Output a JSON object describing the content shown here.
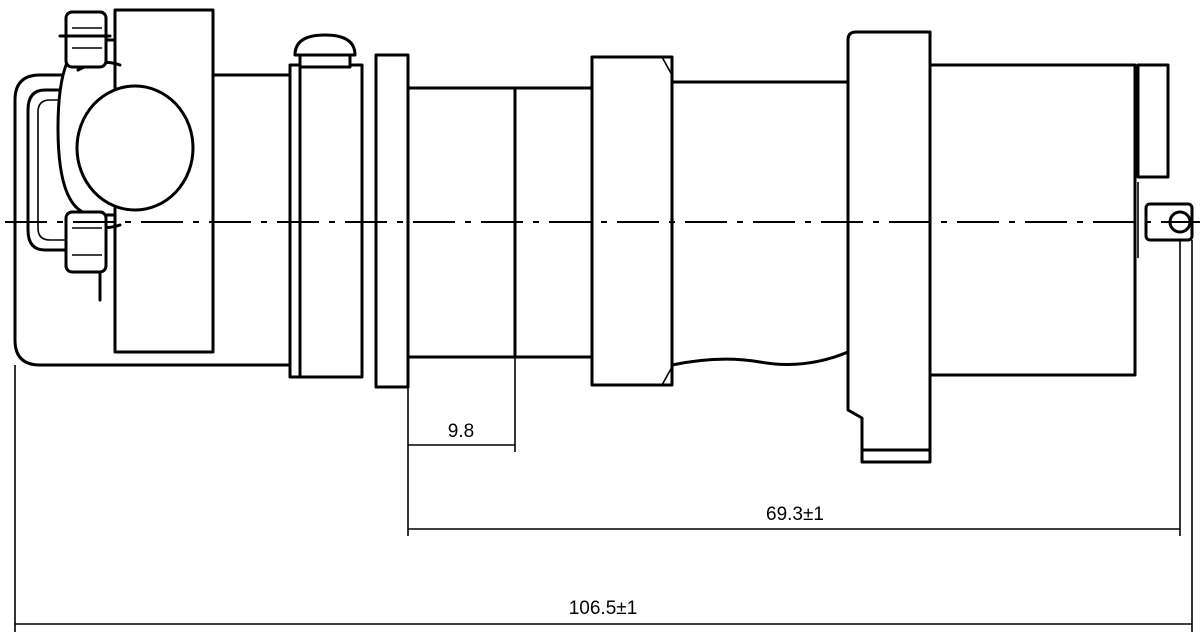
{
  "dimensions": {
    "d1": {
      "label": "9.8"
    },
    "d2": {
      "label": "69.3±1"
    },
    "d3": {
      "label": "106.5±1"
    }
  }
}
